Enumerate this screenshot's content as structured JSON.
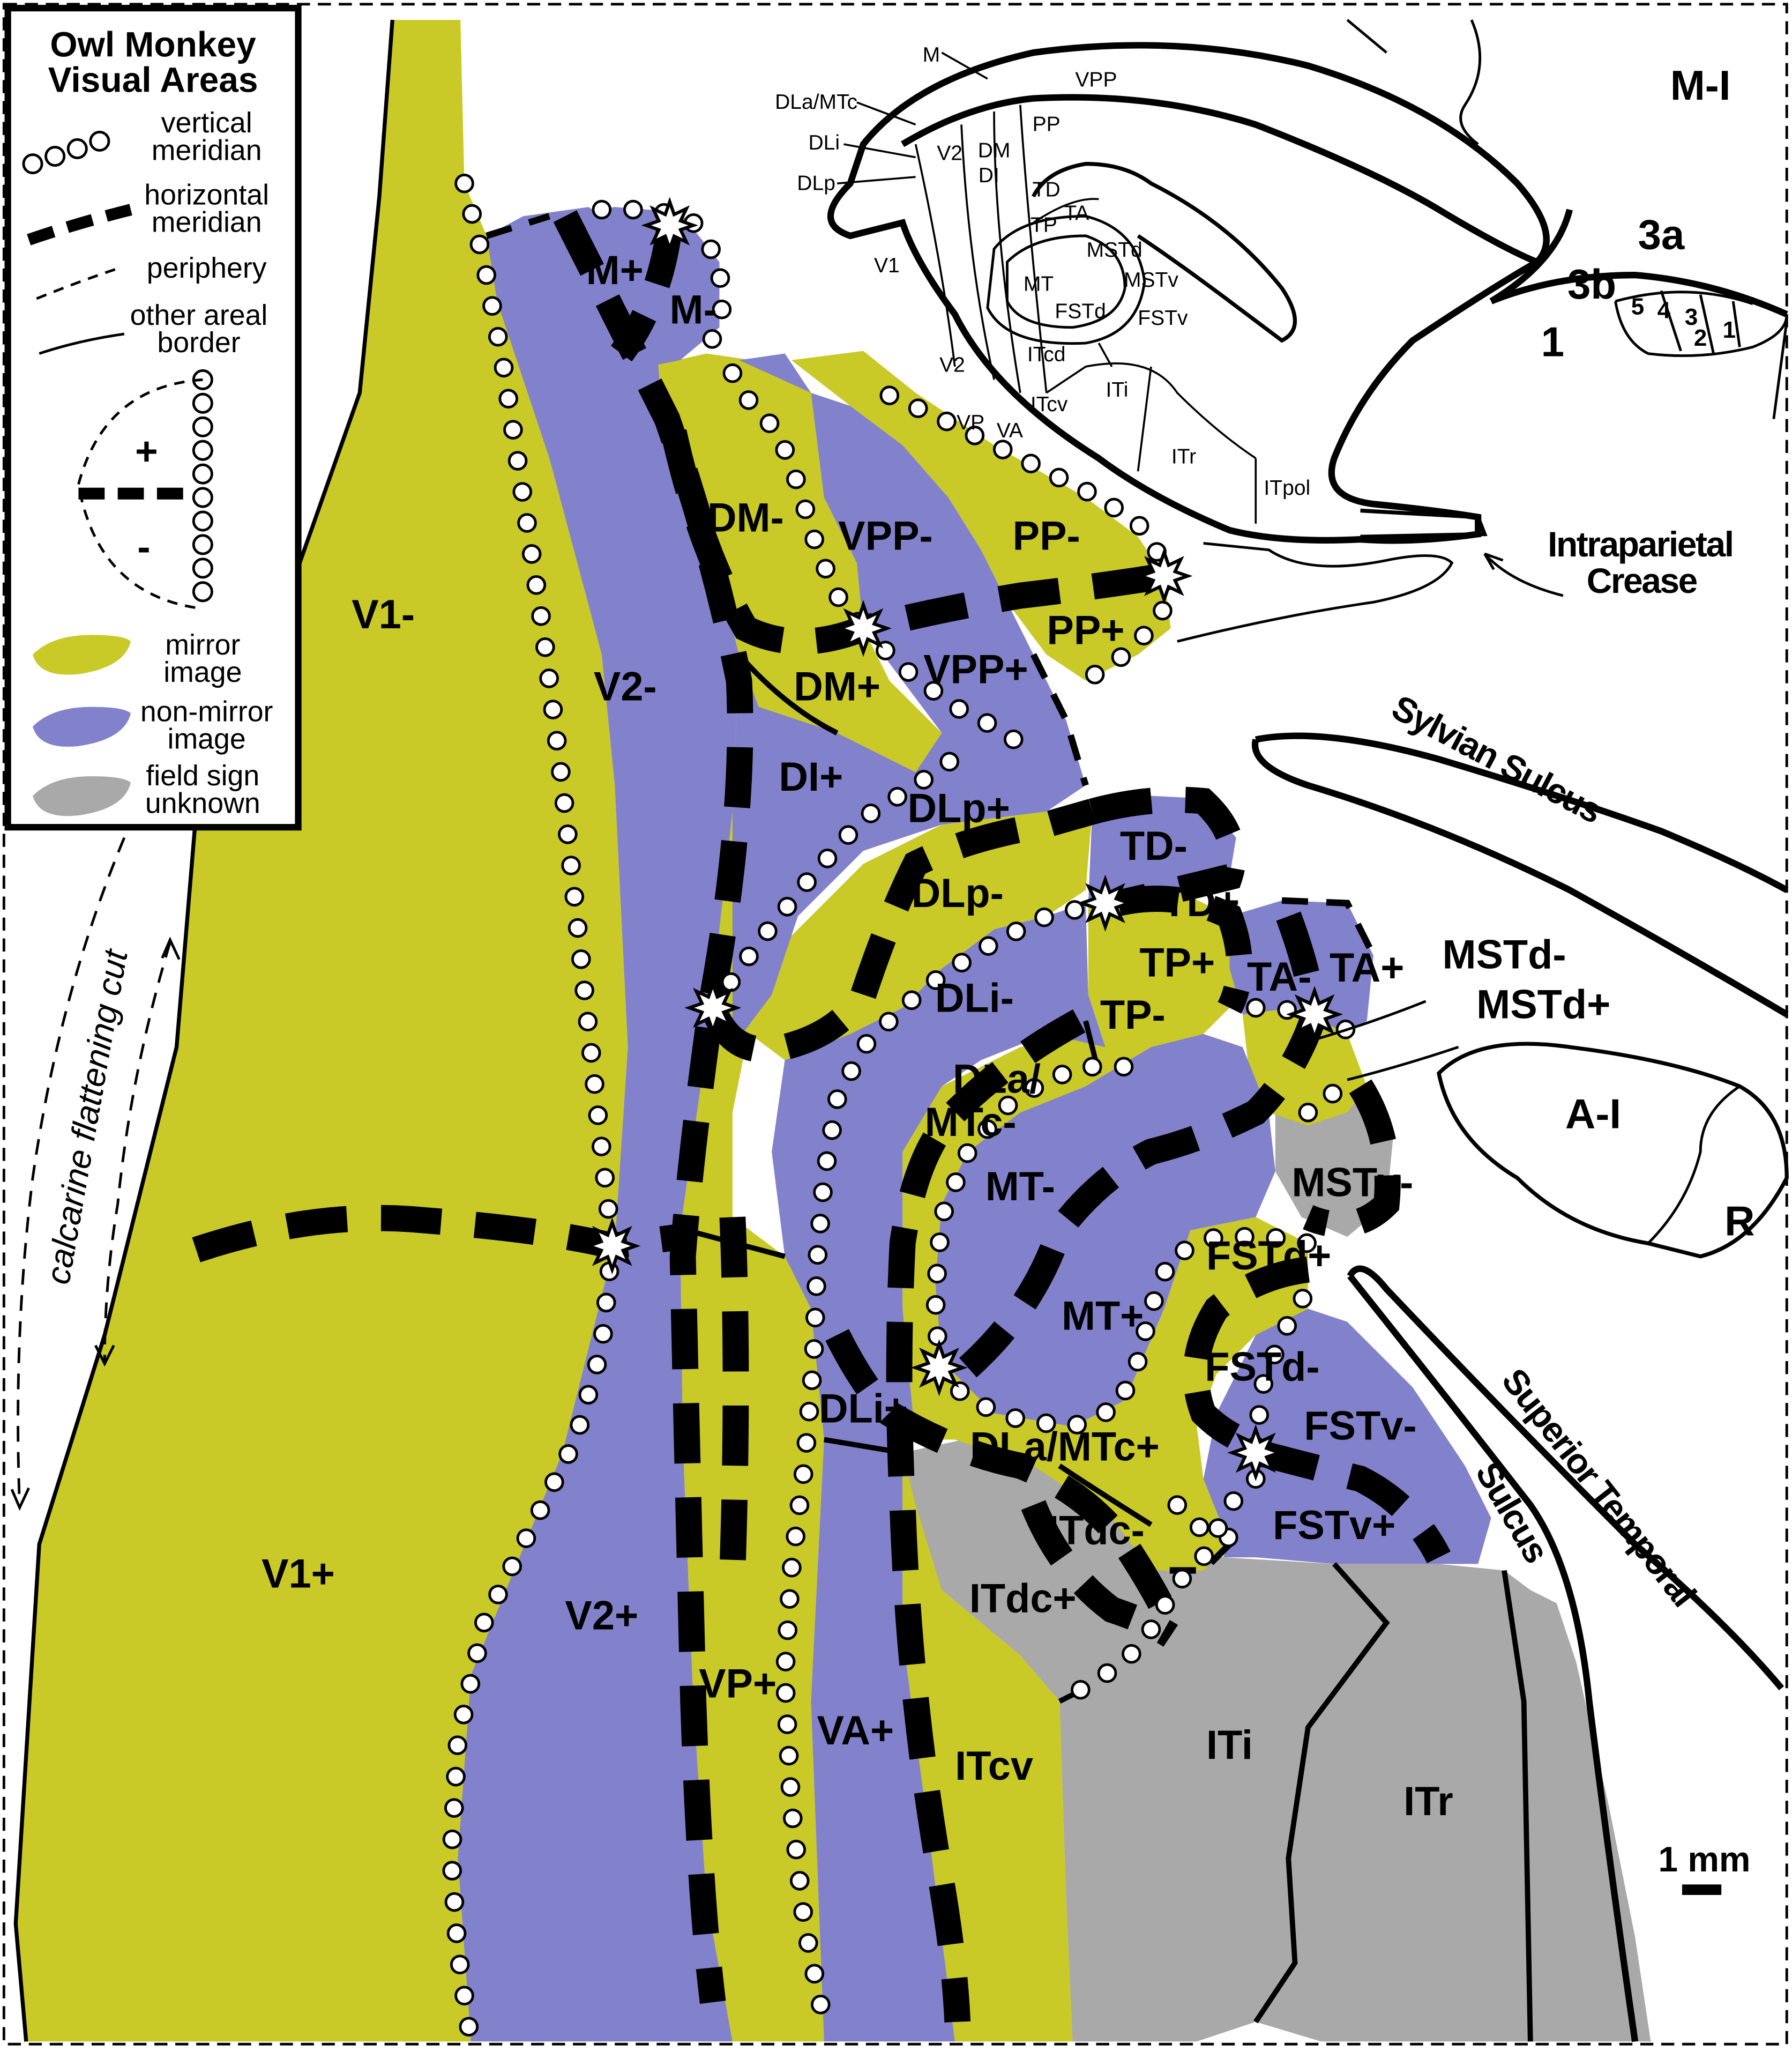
{
  "colors": {
    "mirror": "#c9c928",
    "nonmirror": "#8282cc",
    "unknown": "#a9a9a9",
    "line": "#000000",
    "background": "#ffffff"
  },
  "legend": {
    "title_line1": "Owl Monkey",
    "title_line2": "Visual Areas",
    "vertical_line1": "vertical",
    "vertical_line2": "meridian",
    "horizontal_line1": "horizontal",
    "horizontal_line2": "meridian",
    "periphery": "periphery",
    "other_line1": "other areal",
    "other_line2": "border",
    "plus": "+",
    "minus": "-",
    "mirror_line1": "mirror",
    "mirror_line2": "image",
    "nonmirror_line1": "non-mirror",
    "nonmirror_line2": "image",
    "unknown_line1": "field sign",
    "unknown_line2": "unknown"
  },
  "areas": {
    "v1_minus": "V1-",
    "v1_plus": "V1+",
    "v2_minus": "V2-",
    "v2_plus": "V2+",
    "m_plus": "M+",
    "m_minus": "M-",
    "dm_minus": "DM-",
    "dm_plus": "DM+",
    "vpp_minus": "VPP-",
    "vpp_plus": "VPP+",
    "pp_minus": "PP-",
    "pp_plus": "PP+",
    "di_plus": "DI+",
    "dlp_plus": "DLp+",
    "dlp_minus": "DLp-",
    "dli_minus": "DLi-",
    "dli_plus": "DLi+",
    "dla_minus_1": "DLa/",
    "dla_minus_2": "MTc-",
    "dla_plus": "DLa/MTc+",
    "td_minus": "TD-",
    "td_plus": "TD+",
    "tp_plus": "TP+",
    "tp_minus": "TP-",
    "ta_minus": "TA-",
    "ta_plus": "TA+",
    "mstd_minus": "MSTd-",
    "mstd_plus": "MSTd+",
    "mstv_minus": "MSTv-",
    "mt_minus": "MT-",
    "mt_plus": "MT+",
    "fstd_plus": "FSTd+",
    "fstd_minus": "FSTd-",
    "fstv_minus": "FSTv-",
    "fstv_plus": "FSTv+",
    "itdc_minus": "ITdc-",
    "itdc_plus": "ITdc+",
    "vp_plus": "VP+",
    "va_plus": "VA+",
    "itcv": "ITcv",
    "iti": "ITi",
    "itr": "ITr"
  },
  "landmarks": {
    "mi": "M-I",
    "s3a": "3a",
    "s3b": "3b",
    "s1": "1",
    "bar5": "5",
    "bar4": "4",
    "bar3": "3",
    "bar2": "2",
    "bar1": "1",
    "intraparietal_1": "Intraparietal",
    "intraparietal_2": "Crease",
    "sylvian": "Sylvian Sulcus",
    "ai": "A-I",
    "r": "R",
    "superior": "Superior Temporal",
    "sulcus": "Sulcus",
    "calcarine": "calcarine flattening cut",
    "scale": "1 mm"
  },
  "inset": {
    "m": "M",
    "vpp": "VPP",
    "pp": "PP",
    "dla_mtc": "DLa/MTc",
    "dli": "DLi",
    "dlp": "DLp",
    "v2a": "V2",
    "dm": "DM",
    "di": "DI",
    "td": "TD",
    "tp": "TP",
    "ta": "TA",
    "mstd": "MSTd",
    "v1": "V1",
    "mt": "MT",
    "mstv": "MSTv",
    "fstd": "FSTd",
    "fstv": "FSTv",
    "itcd": "ITcd",
    "iti": "ITi",
    "v2b": "V2",
    "itcv": "ITcv",
    "vp": "VP",
    "va": "VA",
    "itr": "ITr",
    "itpol": "ITpol"
  }
}
